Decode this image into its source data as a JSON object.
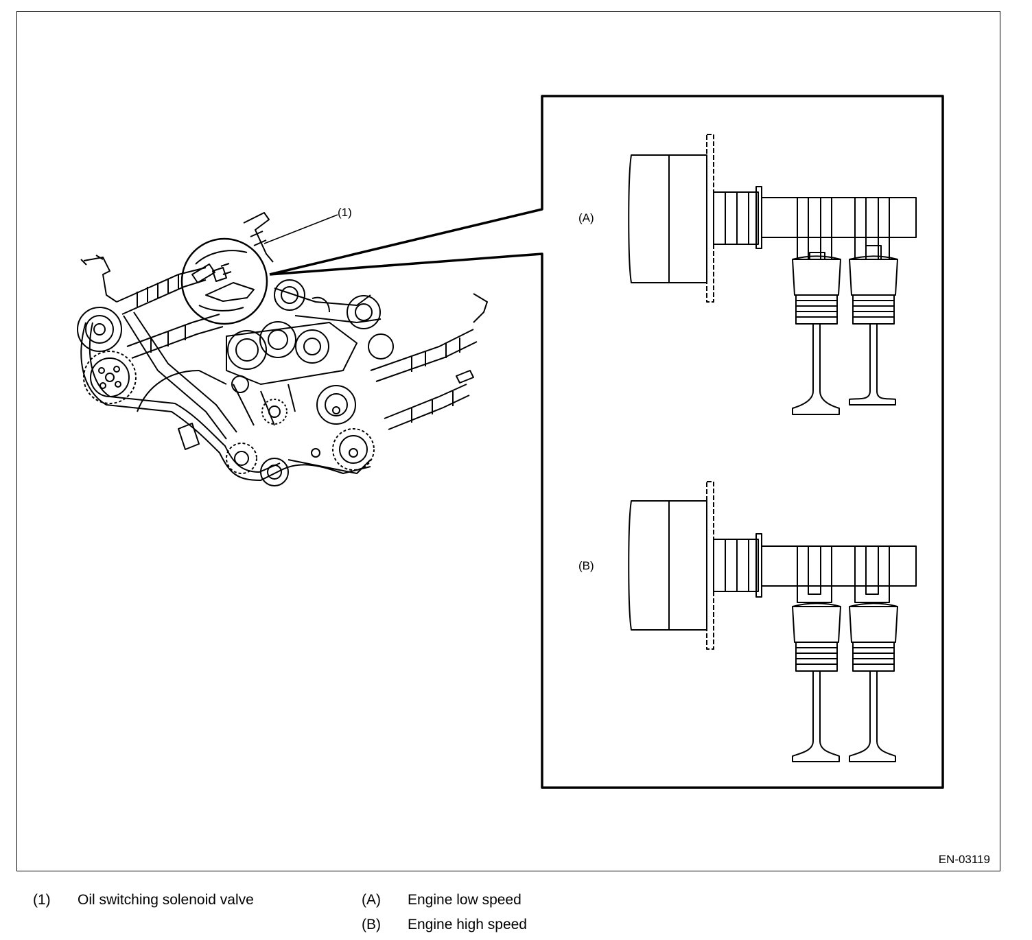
{
  "figure": {
    "id": "EN-03119",
    "callout_1": "(1)",
    "label_a": "(A)",
    "label_b": "(B)"
  },
  "legend": {
    "items": [
      {
        "key": "(1)",
        "text": "Oil switching solenoid valve"
      },
      {
        "key": "(A)",
        "text": "Engine low speed"
      },
      {
        "key": "(B)",
        "text": "Engine high speed"
      }
    ]
  }
}
